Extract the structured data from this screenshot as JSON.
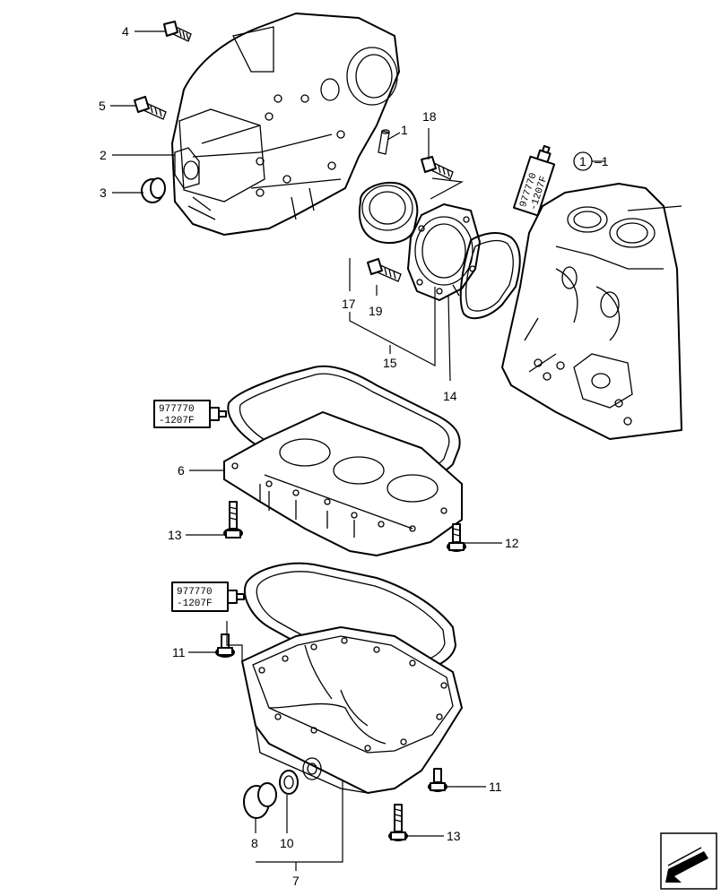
{
  "callouts": {
    "c1": "1",
    "c2": "2",
    "c3": "3",
    "c4": "4",
    "c5": "5",
    "c6": "6",
    "c7": "7",
    "c8": "8",
    "c10": "10",
    "c11a": "11",
    "c11b": "11",
    "c12": "12",
    "c13a": "13",
    "c13b": "13",
    "c14": "14",
    "c15": "15",
    "c17": "17",
    "c18": "18",
    "c19": "19",
    "ref_circle": "1",
    "ref_suffix": "–1"
  },
  "sealant_tubes": [
    {
      "line1": "977770",
      "line2": "-1207F"
    },
    {
      "line1": "977770",
      "line2": "-1207F"
    },
    {
      "line1": "977770",
      "line2": "-1207F"
    }
  ]
}
